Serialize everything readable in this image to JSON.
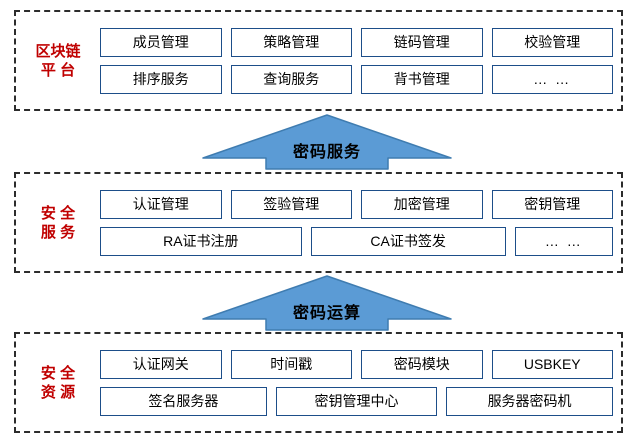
{
  "diagram": {
    "layers": [
      {
        "id": "platform",
        "title": "区块链\n平  台",
        "rows": [
          [
            "成员管理",
            "策略管理",
            "链码管理",
            "校验管理"
          ],
          [
            "排序服务",
            "查询服务",
            "背书管理",
            "… …"
          ]
        ]
      },
      {
        "id": "service",
        "title": "安  全\n服  务",
        "rows": [
          [
            "认证管理",
            "签验管理",
            "加密管理",
            "密钥管理"
          ],
          [
            "RA证书注册",
            "CA证书签发",
            "… …"
          ]
        ]
      },
      {
        "id": "resource",
        "title": "安  全\n资  源",
        "rows": [
          [
            "认证网关",
            "时间戳",
            "密码模块",
            "USBKEY"
          ],
          [
            "签名服务器",
            "密钥管理中心",
            "服务器密码机"
          ]
        ]
      }
    ],
    "arrows": [
      {
        "id": "crypto-service",
        "label": "密码服务"
      },
      {
        "id": "crypto-compute",
        "label": "密码运算"
      }
    ],
    "colors": {
      "arrow_fill": "#5b9bd5",
      "arrow_stroke": "#3f7cb0",
      "title_text": "#c00000",
      "box_border": "#1d4e89",
      "layer_border": "#2c2c2c"
    }
  }
}
